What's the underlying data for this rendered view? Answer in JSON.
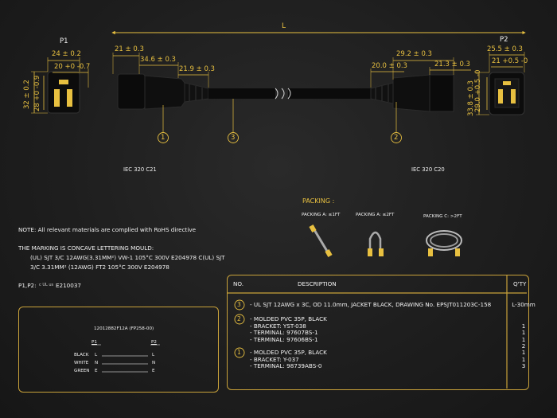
{
  "connectors": {
    "p1_label": "P1",
    "p2_label": "P2",
    "p1_width": "24 ± 0.2",
    "p1_slot": "20 +0 -0.7",
    "p1_height": "32 ± 0.2",
    "p1_inner_height": "28 +0 -0.9",
    "p2_width": "25.5 ± 0.3",
    "p2_slot": "21 +0.5 -0",
    "p2_height": "33.8 ± 0.3",
    "p2_inner_height": "29.0 +0.5 -0",
    "left_type": "IEC 320 C21",
    "right_type": "IEC 320 C20"
  },
  "dimensions": {
    "length": "L",
    "d1": "21 ± 0.3",
    "d2": "34.6 ± 0.3",
    "d3": "21.9 ± 0.3",
    "d4": "29.2 ± 0.3",
    "d5": "20.0 ± 0.3",
    "d6": "21.3 ± 0.3"
  },
  "callouts": [
    "1",
    "3",
    "2"
  ],
  "packing": {
    "title": "PACKING :",
    "a1": "PACKING A: ≤1FT",
    "a2": "PACKING A: ≤2FT",
    "c": "PACKING C: >2FT"
  },
  "notes": {
    "rohs": "NOTE: All relevant materials are complied with RoHS directive",
    "marking_title": "THE MARKING IS CONCAVE LETTERING MOULD:",
    "marking_line1": "(UL) SJT 3/C 12AWG(3.31MM²) VW-1 105°C 300V E204978 C(UL) SJT",
    "marking_line2": "3/C 3.31MM² (12AWG) FT2 105°C 300V E204978",
    "p1p2_prefix": "P1,P2:",
    "ul_mark": "c UL us",
    "p1p2_code": "E210037"
  },
  "wiring": {
    "part": "12012882F12A (FP258-00)",
    "p1": "P1",
    "p2": "P2",
    "rows": [
      {
        "color": "BLACK",
        "a": "L",
        "b": "L"
      },
      {
        "color": "WHITE",
        "a": "N",
        "b": "N"
      },
      {
        "color": "GREEN",
        "a": "E",
        "b": "E"
      }
    ]
  },
  "table": {
    "col_no": "NO.",
    "col_desc": "DESCRIPTION",
    "col_qty": "Q'TY",
    "items": [
      {
        "no": "3",
        "lines": [
          "- UL SJT 12AWG x 3C, OD 11.0mm, JACKET BLACK, DRAWING No. EPSJT011203C-158"
        ],
        "qty": [
          "L-30mm"
        ]
      },
      {
        "no": "2",
        "lines": [
          "- MOLDED PVC 35P, BLACK",
          "- BRACKET: YST-038",
          "- TERMINAL: 97607BS-1",
          "- TERMINAL: 97606BS-1"
        ],
        "qty": [
          "1",
          "1",
          "1",
          "2"
        ]
      },
      {
        "no": "1",
        "lines": [
          "- MOLDED PVC 35P, BLACK",
          "- BRACKET: Y-037",
          "- TERMINAL: 98739ABS-0"
        ],
        "qty": [
          "1",
          "1",
          "3"
        ]
      }
    ]
  },
  "colors": {
    "accent": "#e8c040",
    "frame": "#c9a23a",
    "cable": "#0d0d0d"
  }
}
